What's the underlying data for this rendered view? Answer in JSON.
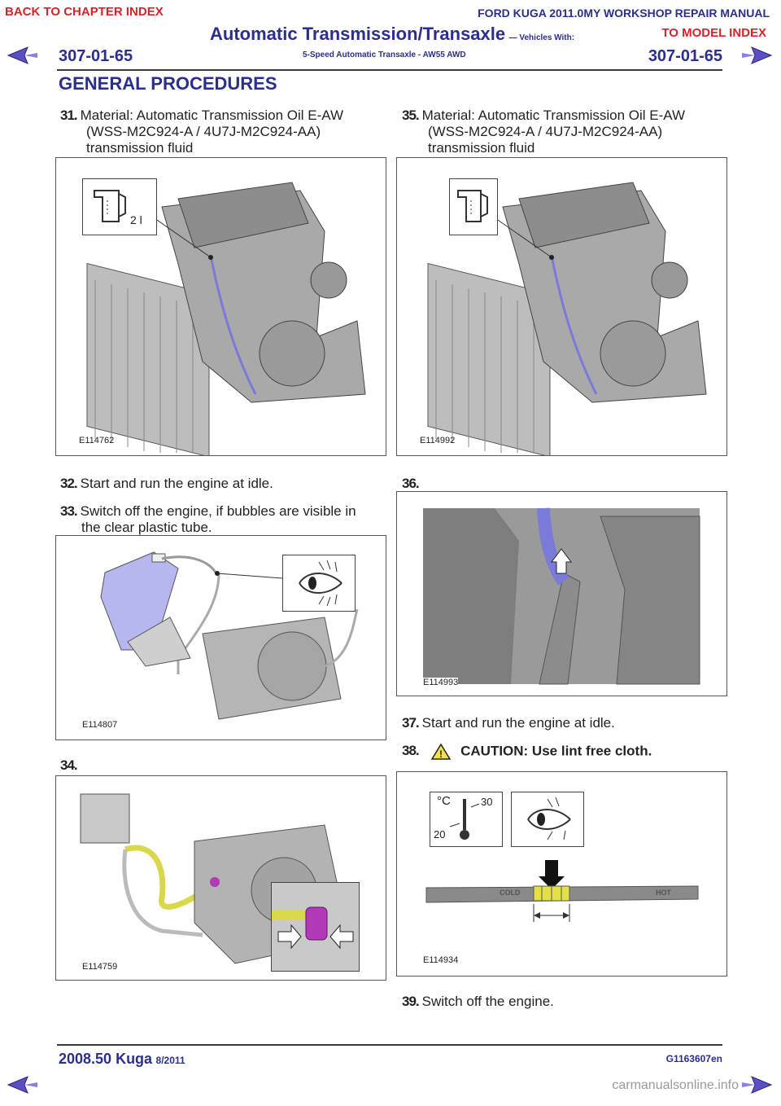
{
  "nav": {
    "back_to_chapter": "BACK TO CHAPTER INDEX",
    "to_model": "TO MODEL INDEX"
  },
  "header": {
    "manual_title": "FORD KUGA 2011.0MY WORKSHOP REPAIR MANUAL",
    "section_title": "Automatic Transmission/Transaxle",
    "vehicles_with": "— Vehicles With:",
    "subtitle": "5-Speed Automatic Transaxle - AW55 AWD",
    "page_left": "307-01-65",
    "page_right": "307-01-65",
    "chapter": "GENERAL PROCEDURES"
  },
  "steps": {
    "s31": {
      "num": "31.",
      "line1": "Material: Automatic Transmission Oil E-AW",
      "line2": "(WSS-M2C924-A / 4U7J-M2C924-AA)",
      "line3": "transmission fluid"
    },
    "s32": {
      "num": "32.",
      "text": "Start and run the engine at idle."
    },
    "s33": {
      "num": "33.",
      "line1": "Switch off the engine, if bubbles are visible in",
      "line2": "the clear plastic tube."
    },
    "s34": {
      "num": "34."
    },
    "s35": {
      "num": "35.",
      "line1": "Material: Automatic Transmission Oil E-AW",
      "line2": "(WSS-M2C924-A / 4U7J-M2C924-AA)",
      "line3": "transmission fluid"
    },
    "s36": {
      "num": "36."
    },
    "s37": {
      "num": "37.",
      "text": "Start and run the engine at idle."
    },
    "s38": {
      "num": "38.",
      "text": "CAUTION: Use lint free cloth."
    },
    "s39": {
      "num": "39.",
      "text": "Switch off the engine."
    }
  },
  "figures": {
    "f1": {
      "id": "E114762",
      "volume": "2 l"
    },
    "f2": {
      "id": "E114992"
    },
    "f3": {
      "id": "E114807"
    },
    "f4": {
      "id": "E114759"
    },
    "f5": {
      "id": "E114993"
    },
    "f6": {
      "id": "E114934",
      "unit": "°C",
      "t_high": "30",
      "t_low": "20",
      "dip_cold": "COLD",
      "dip_hot": "HOT"
    }
  },
  "footer": {
    "model": "2008.50 Kuga",
    "date": "8/2011",
    "code": "G1163607en",
    "watermark": "carmanualsonline.info"
  },
  "colors": {
    "nav_red": "#d6232a",
    "title_blue": "#2a2e8c",
    "tube_blue": "#7a7ad8",
    "hose_yellow": "#d8d84a",
    "plug_magenta": "#b03ab8"
  }
}
